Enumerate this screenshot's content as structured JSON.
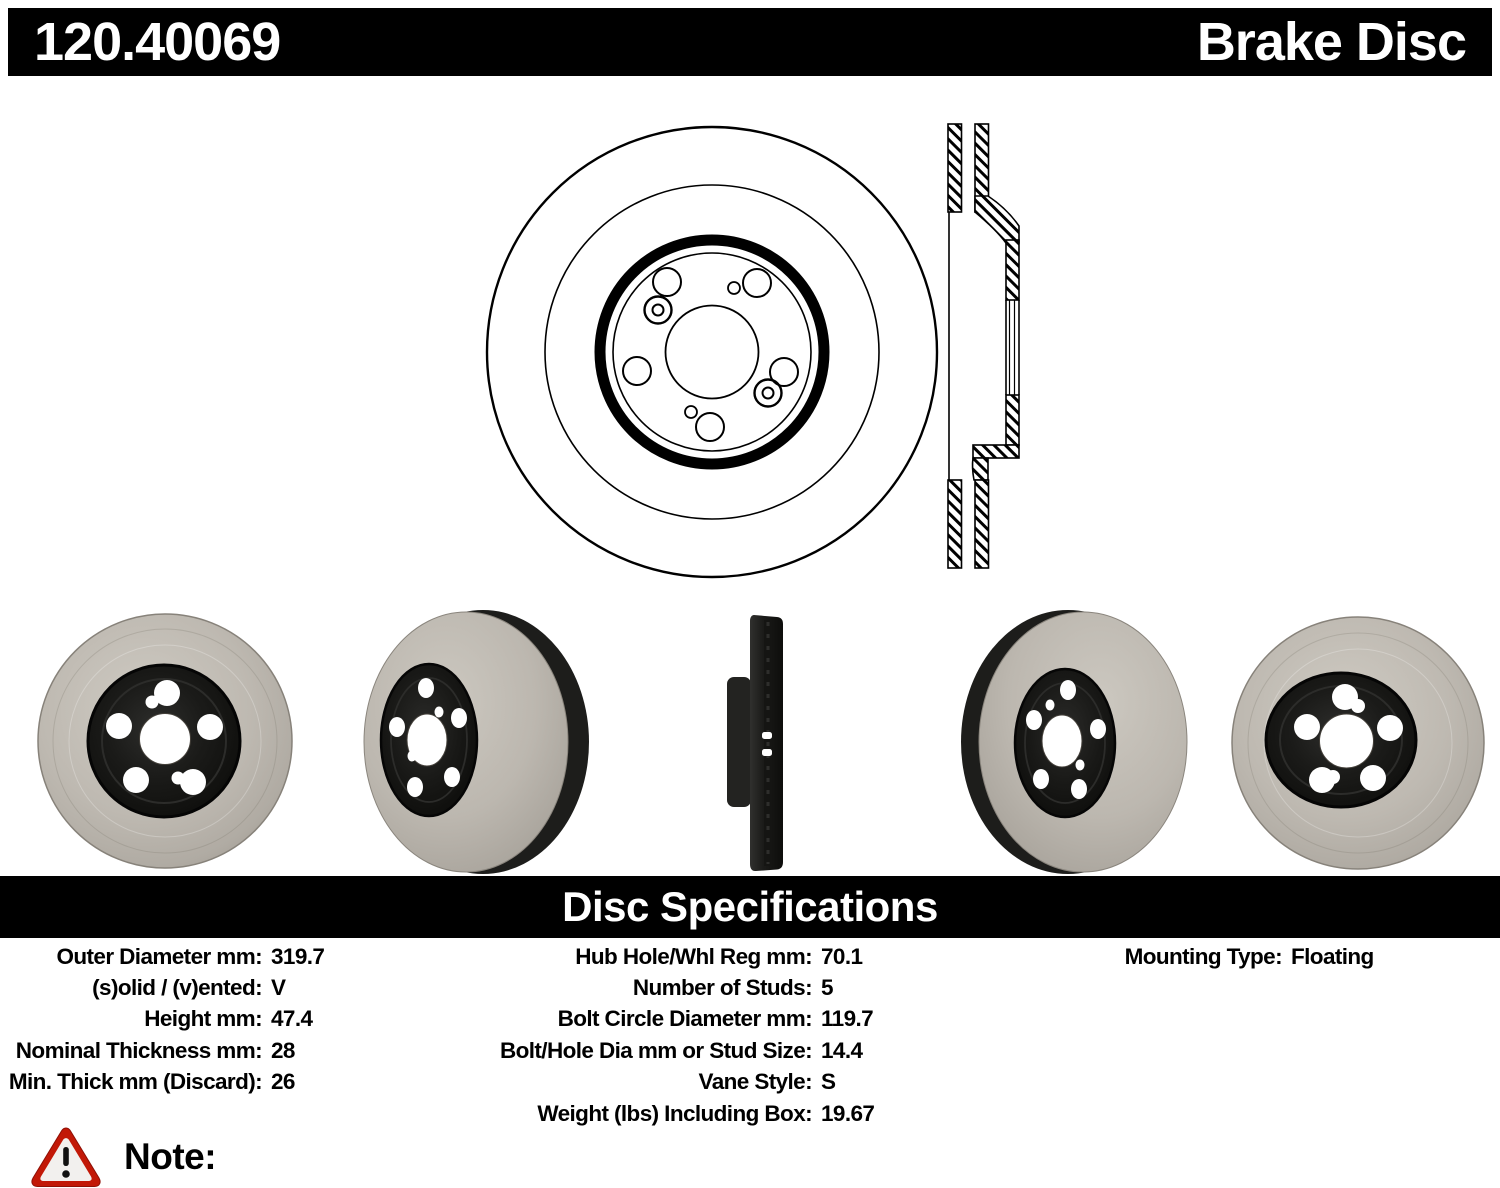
{
  "header": {
    "part_number": "120.40069",
    "product_name": "Brake Disc"
  },
  "spec_header": {
    "title": "Disc Specifications"
  },
  "specs": {
    "left": [
      {
        "label": "Outer Diameter mm:",
        "value": "319.7"
      },
      {
        "label": "(s)olid / (v)ented:",
        "value": "V"
      },
      {
        "label": "Height mm:",
        "value": "47.4"
      },
      {
        "label": "Nominal Thickness mm:",
        "value": "28"
      },
      {
        "label": "Min. Thick mm (Discard):",
        "value": "26"
      }
    ],
    "middle": [
      {
        "label": "Hub Hole/Whl Reg mm:",
        "value": "70.1"
      },
      {
        "label": "Number of Studs:",
        "value": "5"
      },
      {
        "label": "Bolt Circle Diameter mm:",
        "value": "119.7"
      },
      {
        "label": "Bolt/Hole Dia mm or Stud Size:",
        "value": "14.4"
      },
      {
        "label": "Vane Style:",
        "value": "S"
      },
      {
        "label": "Weight (lbs) Including Box:",
        "value": "19.67"
      }
    ],
    "right": [
      {
        "label": "Mounting Type:",
        "value": "Floating"
      }
    ]
  },
  "note": {
    "label": "Note:"
  },
  "icons": {
    "warning": "warning-triangle-icon"
  },
  "colors": {
    "header_bg": "#000000",
    "header_text": "#ffffff",
    "spec_bar_bg": "#000000",
    "warning_red": "#c21807",
    "disc_face": "#b8b4ac",
    "hub_black": "#141412"
  }
}
